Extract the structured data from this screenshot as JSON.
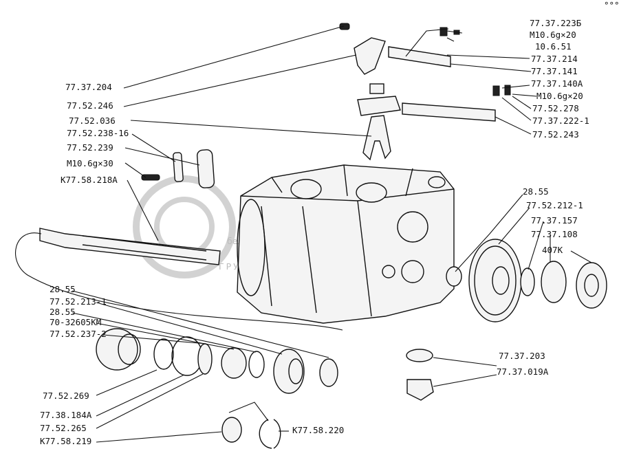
{
  "watermark": {
    "brand": "белагро",
    "tagline": "ГРУППА КОМПАНИЙ"
  },
  "corner_mark": "°°°",
  "labels": [
    "77.37.223Б",
    "М10.6g×20",
    "10.6.51",
    "77.37.214",
    "77.37.141",
    "77.37.140А",
    "М10.6g×20",
    "77.52.278",
    "77.37.222-1",
    "77.52.243",
    "77.37.204",
    "77.52.246",
    "77.52.036",
    "77.52.238-16",
    "77.52.239",
    "М10.6g×30",
    "К77.58.218А",
    "28.55",
    "77.52.212-1",
    "77.37.157",
    "77.37.108",
    "407К",
    "28.55",
    "77.52.213-1",
    "28.55",
    "70-32605КМ",
    "77.52.237-2",
    "77.52.269",
    "77.38.184А",
    "77.52.265",
    "К77.58.219",
    "К77.58.220",
    "77.37.203",
    "77.37.019А"
  ]
}
